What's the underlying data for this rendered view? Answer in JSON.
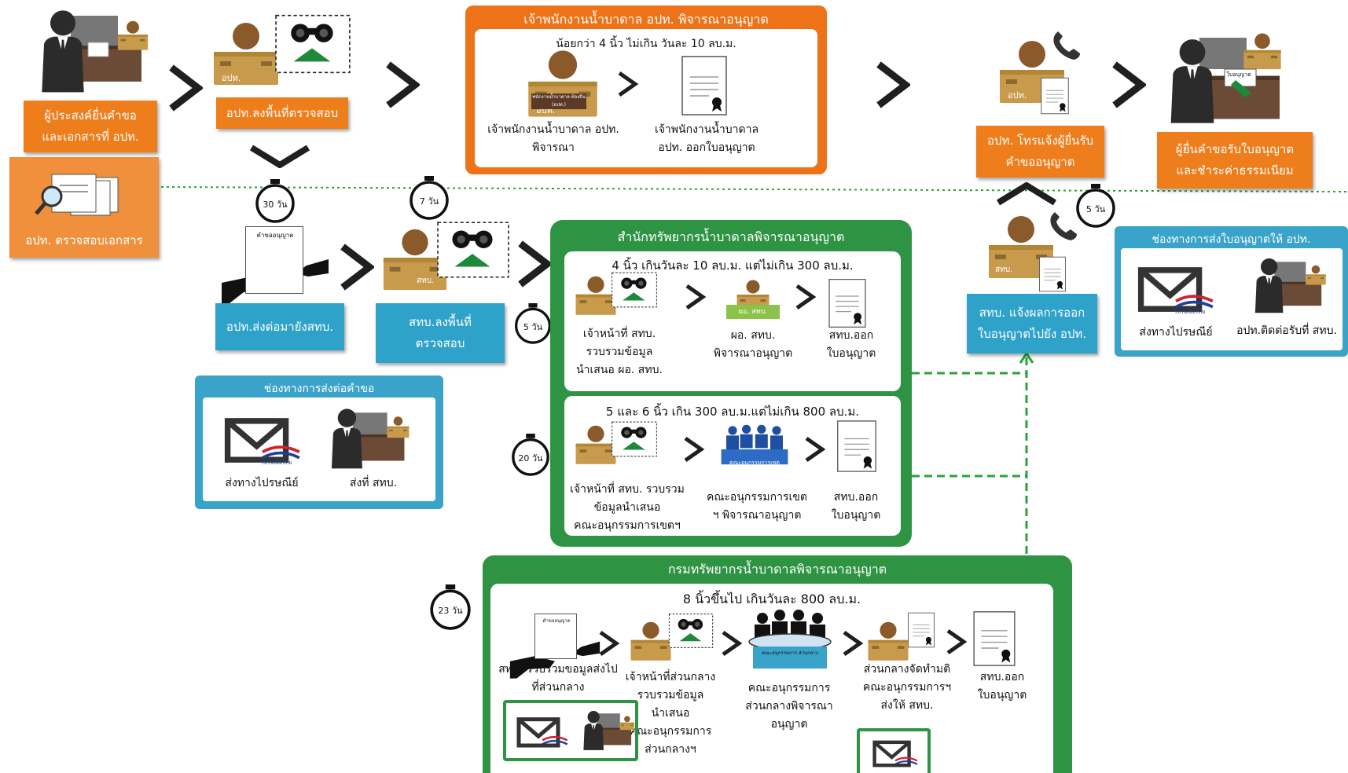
{
  "step1": {
    "label": "ผู้ประสงค์ยื่นคำขอ\nและเอกสารที่ อปท."
  },
  "doccheck": {
    "label": "อปท. ตรวจสอบเอกสาร"
  },
  "step2": {
    "label": "อปท.ลงพื้นที่ตรวจสอบ",
    "box_text": "อปท."
  },
  "local_officer": {
    "title": "เจ้าพนักงานน้ำบาดาล อปท. พิจารณาอนุญาต",
    "subtitle": "น้อยกว่า 4 นิ้ว ไม่เกิน วันละ 10 ลบ.ม.",
    "box_text": "อปท.",
    "plate_text": "พนักงานน้ำบาดาล ท้องถิ่น (อปท.)",
    "consider": "เจ้าพนักงานน้ำบาดาล อปท.\nพิจารณา",
    "issue": "เจ้าพนักงานน้ำบาดาล\nอปท. ออกใบอนุญาต"
  },
  "notify": {
    "label": "อปท. โทรแจ้งผู้ยื่นรับ\nคำขออนุญาต",
    "box_text": "อปท."
  },
  "receive": {
    "label": "ผู้ยื่นคำขอรับใบอนุญาต\nและชำระค่าธรรมเนียม",
    "doc_text": "ใบอนุญาต"
  },
  "clocks": {
    "c30": "30 วัน",
    "c7": "7 วัน",
    "c5a": "5 วัน",
    "c5b": "5 วัน",
    "c20": "20 วัน",
    "c23": "23 วัน"
  },
  "forward": {
    "label": "อปท.ส่งต่อมายังสทบ.",
    "doc_text": "คำขออนุญาต"
  },
  "survey": {
    "label": "สทบ.ลงพื้นที่\nตรวจสอบ",
    "box_text": "สทบ."
  },
  "office": {
    "title": "สำนักทรัพยากรน้ำบาดาลพิจารณาอนุญาต",
    "tier1": {
      "subtitle": "4 นิ้ว เกินวันละ 10 ลบ.ม. แต่ไม่เกิน 300 ลบ.ม.",
      "s1": "เจ้าหน้าที่ สทบ.\nรวบรวมข้อมูล\nนำเสนอ ผอ. สทบ.",
      "s2": "ผอ. สทบ.\nพิจารณาอนุญาต",
      "s2_box": "ผอ. สทบ.",
      "s3": "สทบ.ออก\nใบอนุญาต"
    },
    "tier2": {
      "subtitle": "5 และ 6 นิ้ว เกิน 300 ลบ.ม.แต่ไม่เกิน 800 ลบ.ม.",
      "s1": "เจ้าหน้าที่ สทบ. รวบรวม\nข้อมูลนำเสนอ\nคณะอนุกรรมการเขตฯ",
      "s2": "คณะอนุกรรมการเขต\nฯ พิจารณาอนุญาต",
      "s2_table": "คณะอนุกรรมการเขต",
      "s3": "สทบ.ออก\nใบอนุญาต"
    }
  },
  "report": {
    "label": "สทบ. แจ้งผลการออก\nใบอนุญาตไปยัง อปท.",
    "box_text": "สทบ."
  },
  "channel_left": {
    "title": "ช่องทางการส่งต่อคำขอ",
    "post": "ส่งทางไปรษณีย์",
    "direct": "ส่งที่ สทบ."
  },
  "channel_right": {
    "title": "ช่องทางการส่งใบอนุญาตให้ อปท.",
    "post": "ส่งทางไปรษณีย์",
    "direct": "อปท.ติดต่อรับที่ สทบ."
  },
  "dept": {
    "title": "กรมทรัพยากรน้ำบาดาลพิจารณาอนุญาต",
    "subtitle": "8 นิ้วขึ้นไป เกินวันละ 800 ลบ.ม.",
    "s1": "สทบ. รวบรวมขอมูลส่งไป\nที่ส่วนกลาง",
    "s2": "เจ้าหน้าที่ส่วนกลาง\nรวบรวมข้อมูล\nนำเสนอ\nคณะอนุกรรมการ\nส่วนกลางฯ",
    "s3": "คณะอนุกรรมการ\nส่วนกลางพิจารณา\nอนุญาต",
    "s3_table": "คณะอนุกรรมการ ส่วนกลาง",
    "s4": "ส่วนกลางจัดทำมติ\nคณะอนุกรรมการฯ\nส่งให้ สทบ.",
    "s5": "สทบ.ออก\nใบอนุญาต",
    "doc_text": "คำขออนุญาต"
  },
  "post_logo": "ไปรษณีย์ไทย",
  "colors": {
    "orange": "#ee7d1c",
    "blue": "#2ea2c8",
    "green": "#2e9444",
    "dash": "#2aa33a"
  }
}
